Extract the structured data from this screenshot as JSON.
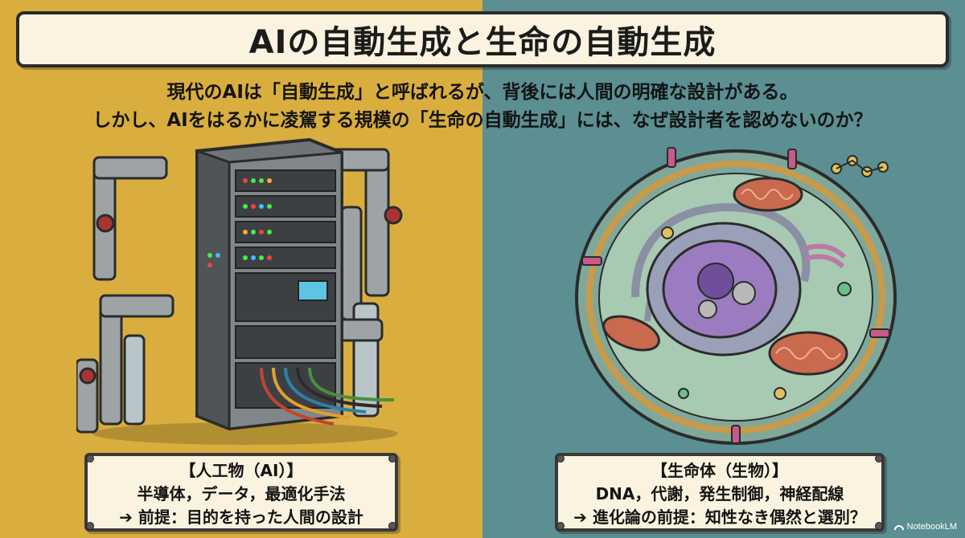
{
  "title": "AIの自動生成と生命の自動生成",
  "subtitle": {
    "line1": "現代のAIは「自動生成」と呼ばれるが、背後には人間の明確な設計がある。",
    "line2": "しかし、AIをはるかに凌駕する規模の「生命の自動生成」には、なぜ設計者を認めないのか？"
  },
  "left_panel": {
    "illustration": "server-rack-icon",
    "label_title": "【人工物（AI）】",
    "label_items": "半導体，データ，最適化手法",
    "label_premise": "➔ 前提：目的を持った人間の設計"
  },
  "right_panel": {
    "illustration": "cell-icon",
    "label_title": "【生命体（生物）】",
    "label_items": "DNA，代謝，発生制御，神経配線",
    "label_premise": "➔ 進化論の前提：知性なき偶然と選別？"
  },
  "watermark": "NotebookLM",
  "colors": {
    "left_bg": "#d9ae3f",
    "right_bg": "#5b8f92",
    "box_bg": "#fbf3df"
  }
}
